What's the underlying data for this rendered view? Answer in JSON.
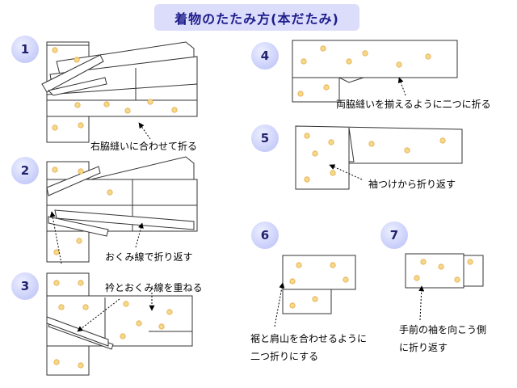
{
  "title": "着物のたたみ方(本だたみ)",
  "steps": [
    {
      "num": "1",
      "caption": "右脇縫いに合わせて折る"
    },
    {
      "num": "2",
      "caption": "おくみ線で折り返す"
    },
    {
      "num": "3",
      "caption": "衿とおくみ線を重ねる"
    },
    {
      "num": "4",
      "caption": "両脇縫いを揃えるように二つに折る"
    },
    {
      "num": "5",
      "caption": "袖つけから折り返す"
    },
    {
      "num": "6",
      "caption_line1": "裾と肩山を合わせるように",
      "caption_line2": "二つ折りにする"
    },
    {
      "num": "7",
      "caption_line1": "手前の袖を向こう側",
      "caption_line2": "に折り返す"
    }
  ],
  "colors": {
    "fabric": "#ffffff",
    "outline": "#333333",
    "dot": "#f3d98a",
    "dot_ring": "#e8a845",
    "badge": "#cfd4fb",
    "title_bg": "#dcdcfb",
    "title_text": "#1d1d8c"
  }
}
